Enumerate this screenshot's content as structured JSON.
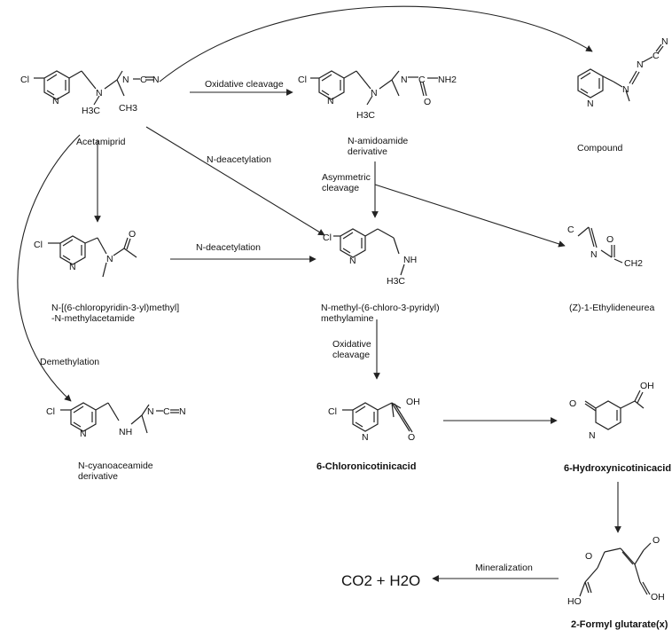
{
  "compounds": {
    "acetamiprid": "Acetamiprid",
    "amidoamide": [
      "N-amidoamide",
      "derivative"
    ],
    "compound": "Compound",
    "methylacetamide": [
      "N-[(6-chloropyridin-3-yl)methyl]",
      "-N-methylacetamide"
    ],
    "methylamine": [
      "N-methyl-(6-chloro-3-pyridyl)",
      "methylamine"
    ],
    "ethylideneurea": "(Z)-1-Ethylideneurea",
    "cyanoacetamide": [
      "N-cyanoaceamide",
      "derivative"
    ],
    "chloronicotinic": "6-Chloronicotinicacid",
    "hydroxynicotinic": "6-Hydroxynicotinicacid",
    "formylglutarate": "2-Formyl glutarate(x)",
    "co2h2o": "CO2 + H2O"
  },
  "reactions": {
    "oxidative_cleavage_1": "Oxidative cleavage",
    "n_deacetylation_1": "N-deacetylation",
    "asymmetric_cleavage": [
      "Asymmetric",
      "cleavage"
    ],
    "n_deacetylation_2": "N-deacetylation",
    "demethylation": "Demethylation",
    "oxidative_cleavage_2": [
      "Oxidative",
      "cleavage"
    ],
    "mineralization": "Mineralization"
  },
  "atoms": {
    "cl": "Cl",
    "n": "N",
    "h3c": "H3C",
    "ch3": "CH3",
    "nh2": "NH2",
    "o": "O",
    "c": "C",
    "nh": "NH",
    "oh": "OH",
    "ho": "HO",
    "ch2": "CH2",
    "hn": "N"
  }
}
